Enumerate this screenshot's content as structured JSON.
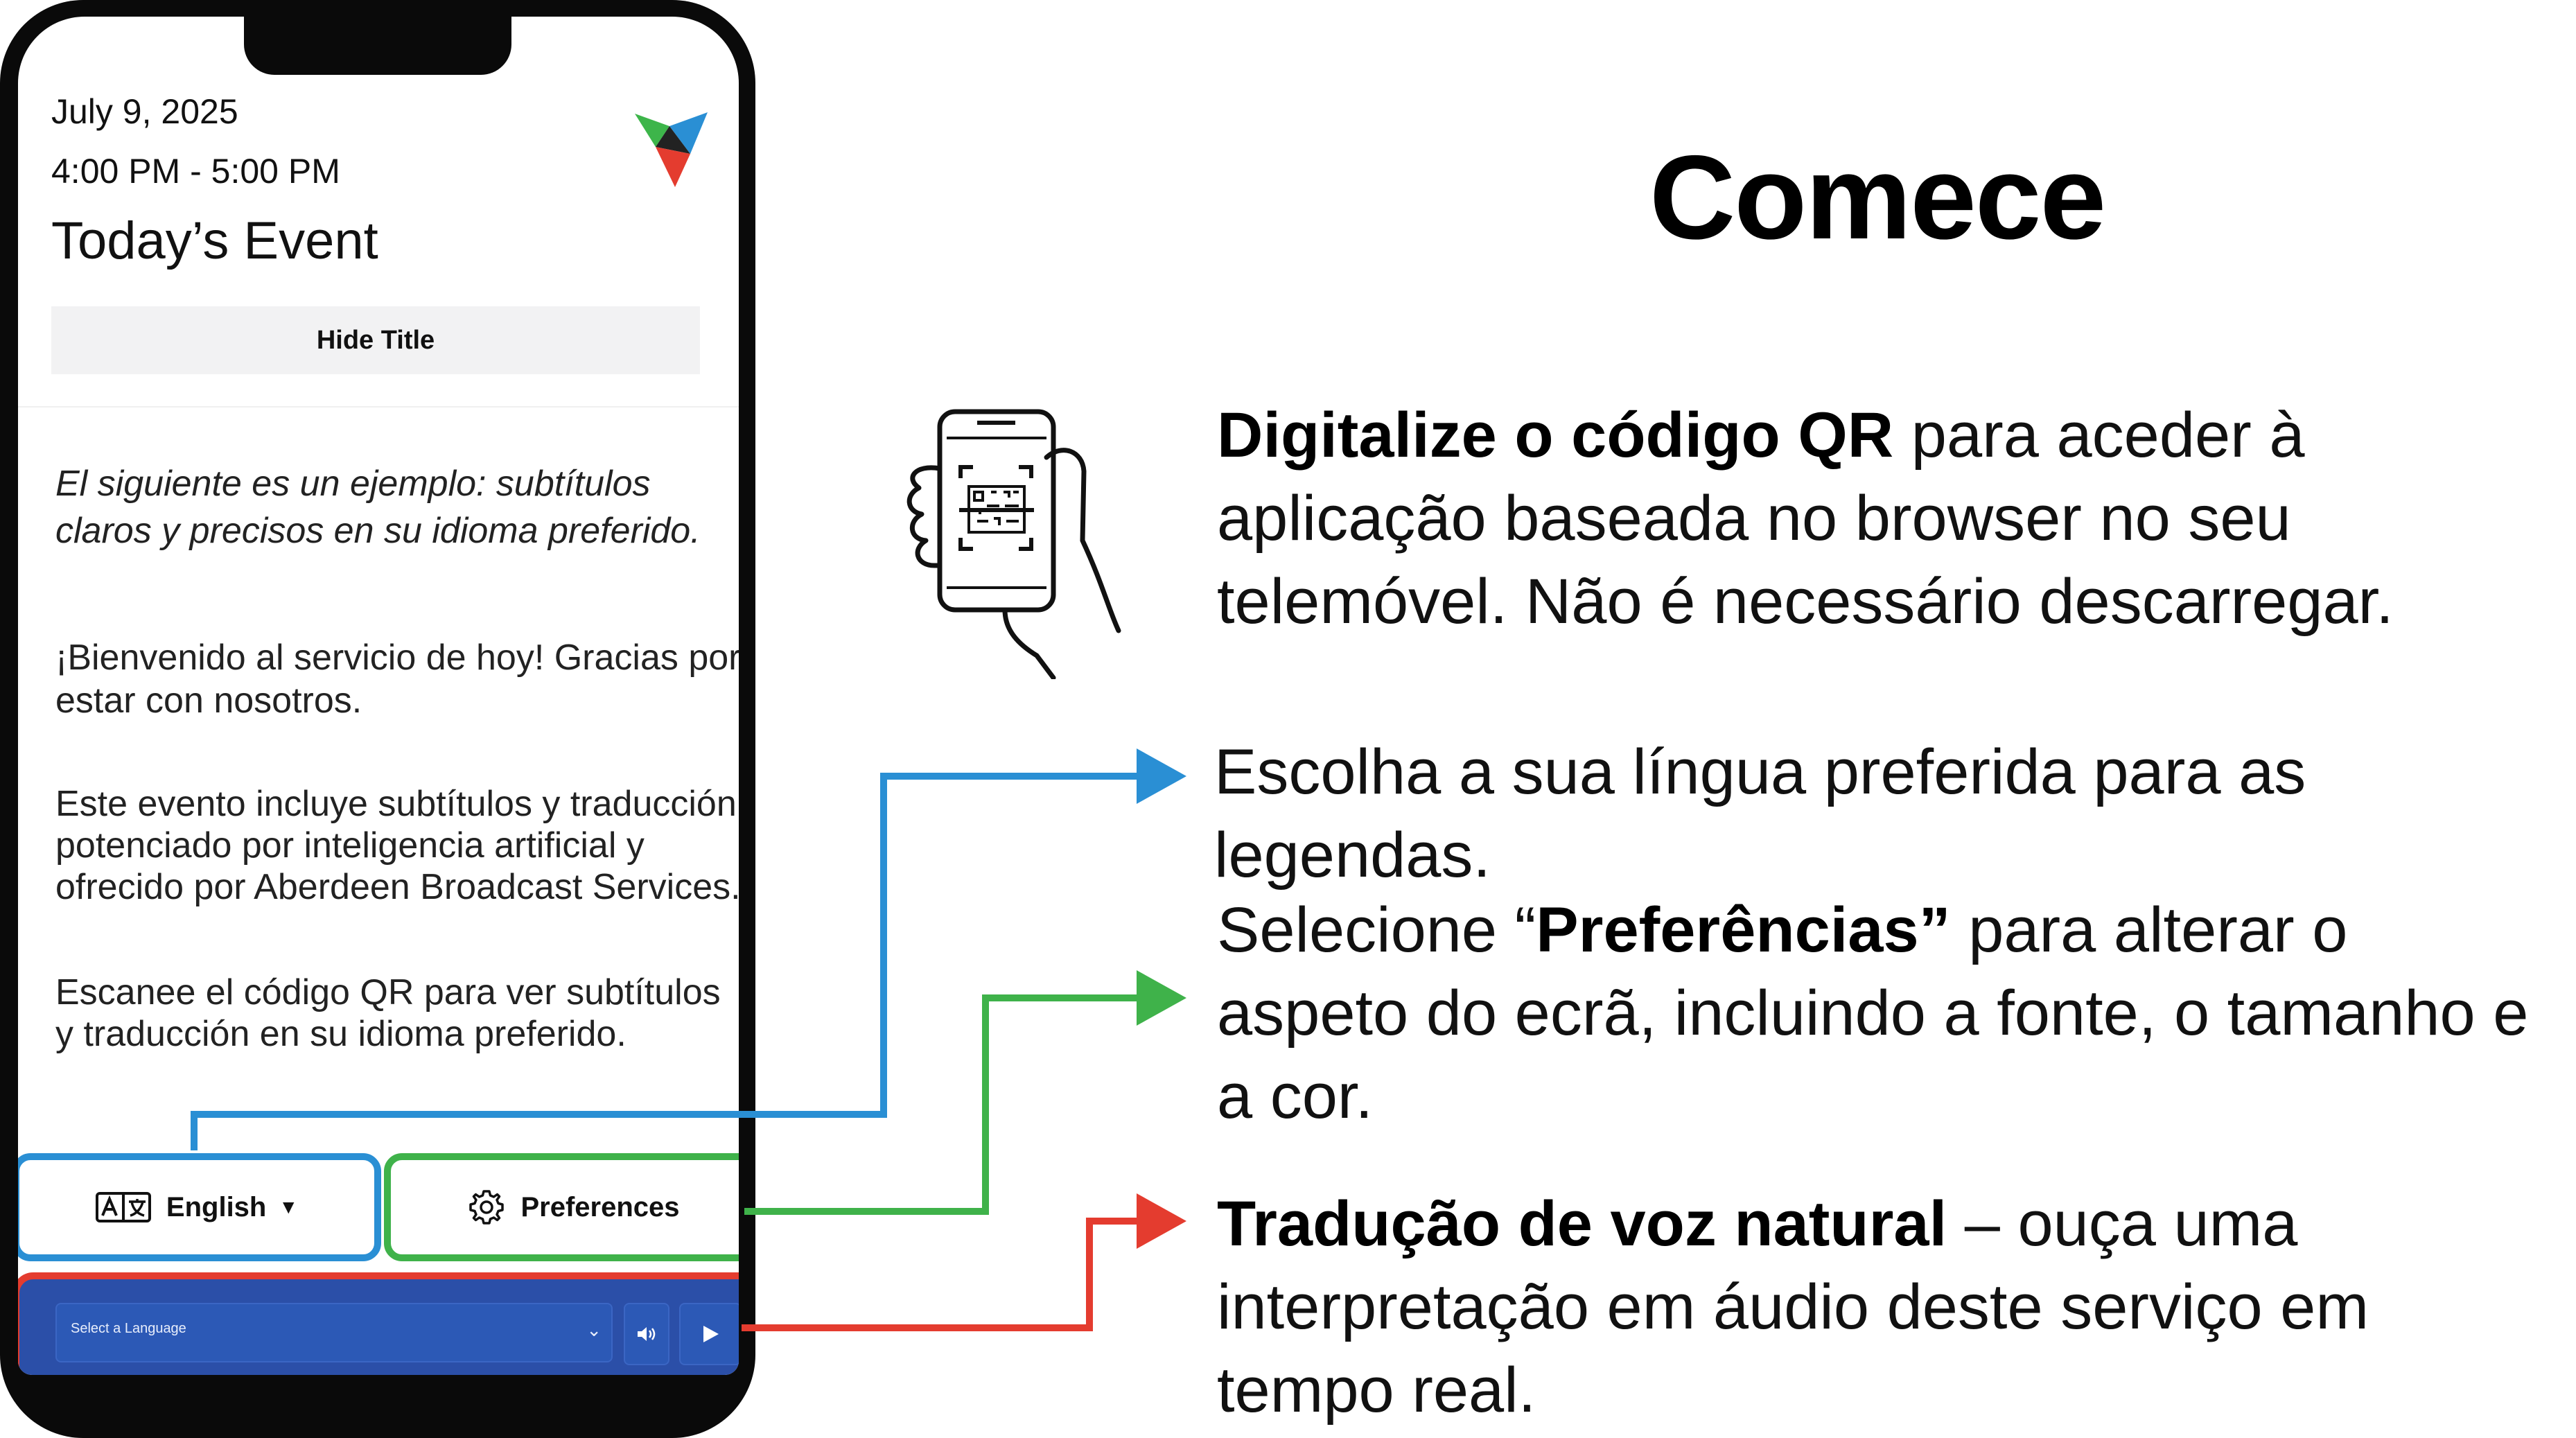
{
  "event": {
    "date": "July 9, 2025",
    "time": "4:00 PM - 5:00 PM",
    "title": "Today’s Event",
    "hide_title_label": "Hide Title"
  },
  "captions": {
    "intro": "El siguiente es un ejemplo: subtítulos claros y precisos en su idioma preferido.",
    "p1": "¡Bienvenido al servicio de hoy! Gracias por estar con nosotros.",
    "p2": "Este evento incluye subtítulos y traducción potenciado por inteligencia artificial y ofrecido por Aberdeen Broadcast Services.",
    "p3": "Escanee el código QR para ver subtítulos y traducción en su idioma preferido."
  },
  "controls": {
    "language_label": "English",
    "language_caret": "▼",
    "preferences_label": "Preferences",
    "player_select_placeholder": "Select a Language",
    "player_select_caret": "⌄"
  },
  "instructions": {
    "heading": "Comece",
    "step1_bold": "Digitalize o código QR",
    "step1_rest": " para aceder à aplicação baseada no browser no seu telemóvel.  Não é necessário descarregar.",
    "step2": "Escolha a sua língua preferida para as legendas.",
    "step3_pre": "Selecione “",
    "step3_bold": "Preferências”",
    "step3_rest": " para alterar o aspeto do ecrã, incluindo a fonte, o tamanho e a cor.",
    "step4_bold": "Tradução de voz natural",
    "step4_rest": " – ouça uma interpretação em áudio deste serviço em tempo real."
  },
  "colors": {
    "language_blue": "#2a8fd4",
    "preferences_green": "#3fb24a",
    "audio_red": "#e43c2f",
    "player_blue": "#2b4fa8"
  },
  "icons": {
    "logo": "tri-color-triangle-logo",
    "language": "translate-icon",
    "preferences": "gear-icon",
    "volume": "speaker-icon",
    "play": "play-icon",
    "scan": "phone-qr-scan-icon"
  }
}
